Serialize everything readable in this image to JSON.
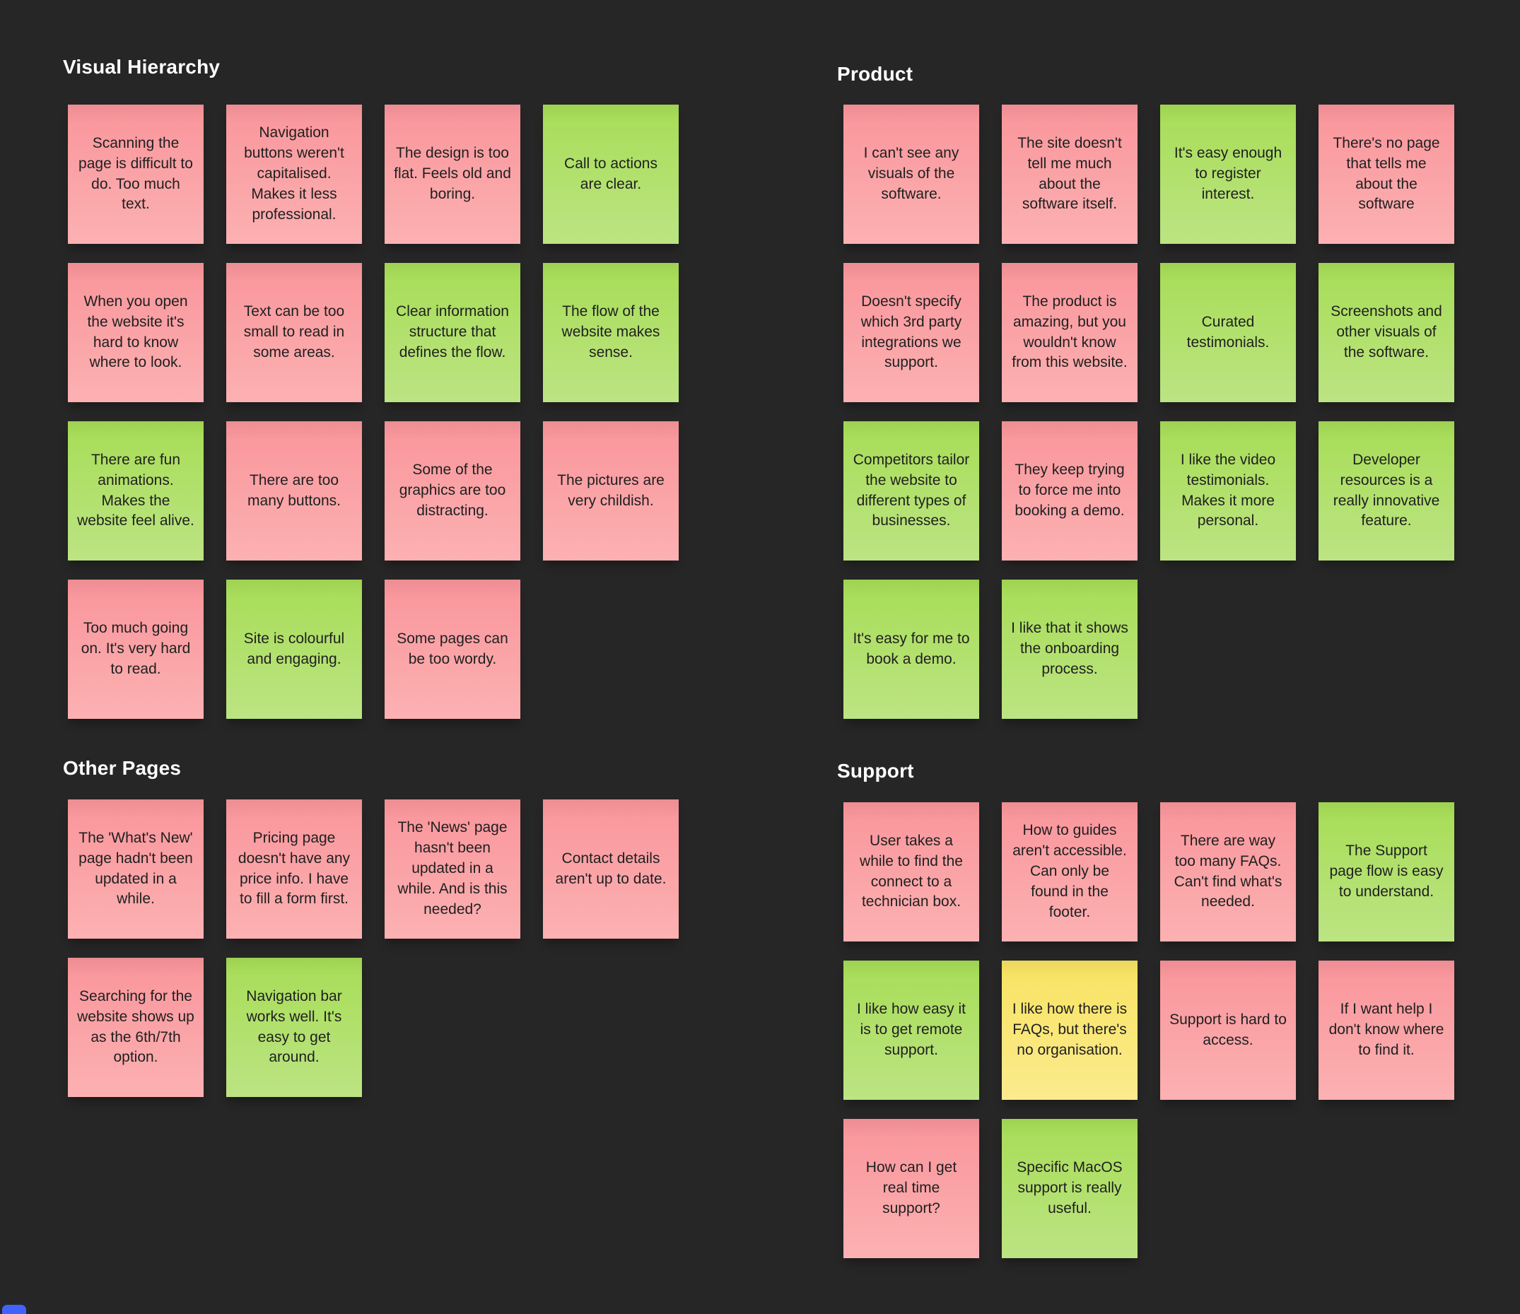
{
  "canvas": {
    "background": "#262626"
  },
  "colors": {
    "negative_top": "#f9959b",
    "negative_bottom": "#fcb1b2",
    "positive_top": "#a7dd56",
    "positive_bottom": "#bce483",
    "mixed_top": "#f8e361",
    "mixed_bottom": "#fbeb8e",
    "title_text": "#ffffff",
    "note_text": "#1f1f1f",
    "accent_blue": "#4262ff"
  },
  "sections": [
    {
      "title": "Visual Hierarchy",
      "notes": [
        {
          "text": "Scanning the page is difficult to do. Too much text.",
          "sentiment": "negative"
        },
        {
          "text": "Navigation buttons weren't capitalised. Makes it less professional.",
          "sentiment": "negative"
        },
        {
          "text": "The design is too flat. Feels old and boring.",
          "sentiment": "negative"
        },
        {
          "text": "Call to actions are clear.",
          "sentiment": "positive"
        },
        {
          "text": "When you open the website it's hard to know where to look.",
          "sentiment": "negative"
        },
        {
          "text": "Text can be too small to read in some areas.",
          "sentiment": "negative"
        },
        {
          "text": "Clear information structure that defines the flow.",
          "sentiment": "positive"
        },
        {
          "text": "The flow of the website makes sense.",
          "sentiment": "positive"
        },
        {
          "text": "There are fun animations. Makes the website feel alive.",
          "sentiment": "positive"
        },
        {
          "text": "There are too many buttons.",
          "sentiment": "negative"
        },
        {
          "text": "Some of the graphics are too distracting.",
          "sentiment": "negative"
        },
        {
          "text": "The pictures are very childish.",
          "sentiment": "negative"
        },
        {
          "text": "Too much going on. It's very hard to read.",
          "sentiment": "negative"
        },
        {
          "text": "Site is colourful and engaging.",
          "sentiment": "positive"
        },
        {
          "text": "Some pages can be too wordy.",
          "sentiment": "negative"
        }
      ]
    },
    {
      "title": "Product",
      "notes": [
        {
          "text": "I can't see any visuals of the software.",
          "sentiment": "negative"
        },
        {
          "text": "The site doesn't tell me much about the software itself.",
          "sentiment": "negative"
        },
        {
          "text": "It's easy enough to register interest.",
          "sentiment": "positive"
        },
        {
          "text": "There's no page that tells me about the software",
          "sentiment": "negative"
        },
        {
          "text": "Doesn't specify which 3rd party integrations we support.",
          "sentiment": "negative"
        },
        {
          "text": "The product is amazing, but you wouldn't know from this website.",
          "sentiment": "negative"
        },
        {
          "text": "Curated testimonials.",
          "sentiment": "positive"
        },
        {
          "text": "Screenshots and other visuals of the software.",
          "sentiment": "positive"
        },
        {
          "text": "Competitors tailor the website to different types of businesses.",
          "sentiment": "positive"
        },
        {
          "text": "They keep trying to force me into booking a demo.",
          "sentiment": "negative"
        },
        {
          "text": "I like the video testimonials. Makes it more personal.",
          "sentiment": "positive"
        },
        {
          "text": "Developer resources is a really innovative feature.",
          "sentiment": "positive"
        },
        {
          "text": "It's easy for me to book a demo.",
          "sentiment": "positive"
        },
        {
          "text": "I like that it shows the onboarding process.",
          "sentiment": "positive"
        }
      ]
    },
    {
      "title": "Other Pages",
      "notes": [
        {
          "text": "The 'What's New' page hadn't been updated in a while.",
          "sentiment": "negative"
        },
        {
          "text": "Pricing page doesn't have any price info. I have to fill a form first.",
          "sentiment": "negative"
        },
        {
          "text": "The 'News' page hasn't been updated in a while. And is this needed?",
          "sentiment": "negative"
        },
        {
          "text": "Contact details aren't up to date.",
          "sentiment": "negative"
        },
        {
          "text": "Searching for the website shows up as the 6th/7th option.",
          "sentiment": "negative"
        },
        {
          "text": "Navigation bar works well. It's easy to get around.",
          "sentiment": "positive"
        }
      ]
    },
    {
      "title": "Support",
      "notes": [
        {
          "text": "User takes a while to find the connect to a technician box.",
          "sentiment": "negative"
        },
        {
          "text": "How to guides aren't accessible. Can only be found in the footer.",
          "sentiment": "negative"
        },
        {
          "text": "There are way too many FAQs. Can't find what's needed.",
          "sentiment": "negative"
        },
        {
          "text": "The Support page flow is easy to understand.",
          "sentiment": "positive"
        },
        {
          "text": "I like how easy it is to get remote support.",
          "sentiment": "positive"
        },
        {
          "text": "I like how there is FAQs, but there's no organisation.",
          "sentiment": "mixed"
        },
        {
          "text": "Support is hard to access.",
          "sentiment": "negative"
        },
        {
          "text": "If I want help I don't know where to find it.",
          "sentiment": "negative"
        },
        {
          "text": "How can I get real time support?",
          "sentiment": "negative"
        },
        {
          "text": "Specific MacOS support is really useful.",
          "sentiment": "positive"
        }
      ]
    }
  ]
}
